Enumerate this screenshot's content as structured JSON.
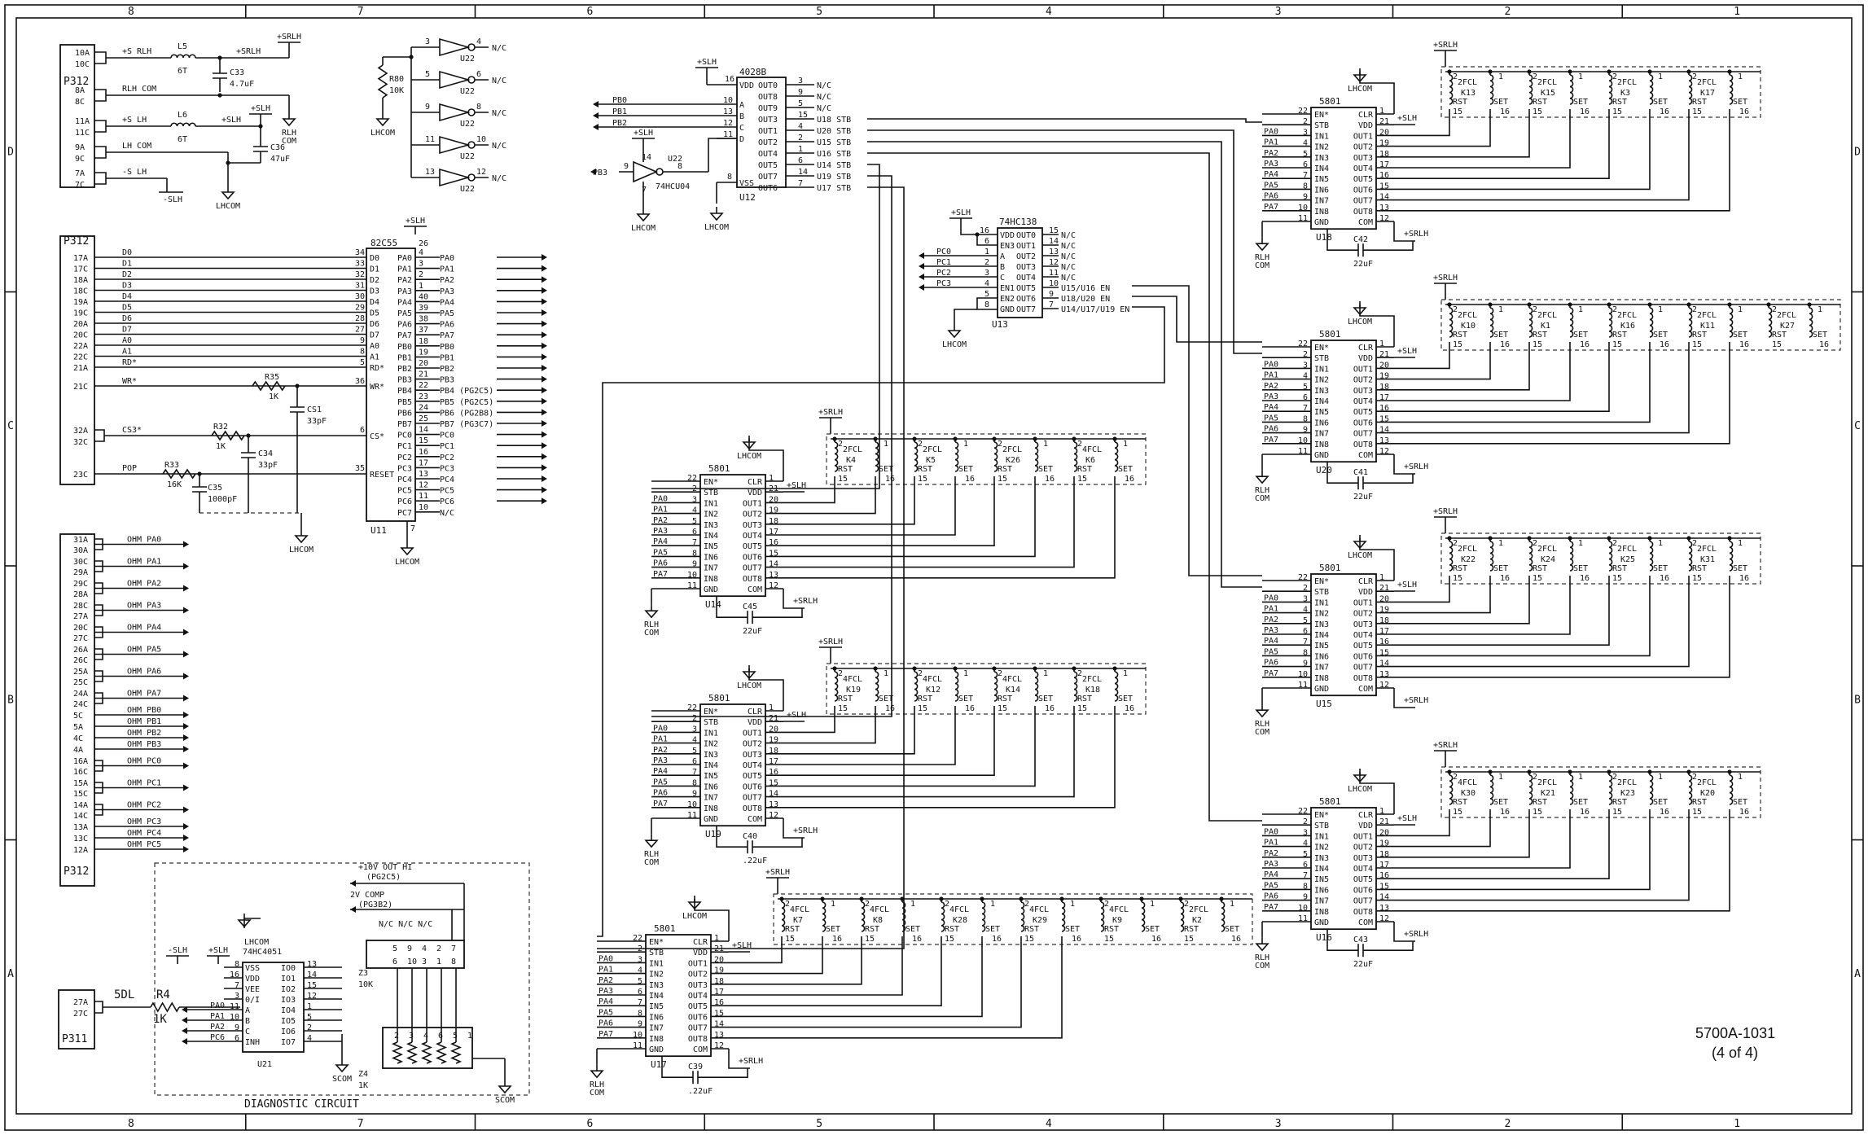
{
  "border": {
    "columns": [
      "8",
      "7",
      "6",
      "5",
      "4",
      "3",
      "2",
      "1"
    ],
    "rows": [
      "D",
      "C",
      "B",
      "A"
    ]
  },
  "drawing": {
    "number": "5700A-1031",
    "sheet": "(4 of 4)"
  },
  "power": {
    "header_pins": [
      "10A",
      "10C",
      "8A",
      "8C",
      "11A",
      "11C",
      "9A",
      "9C",
      "7A",
      "7C"
    ],
    "net_s_rlh": "+S RLH",
    "net_rlh_com": "RLH COM",
    "net_s_lh": "+S LH",
    "net_lh_com": "LH COM",
    "net_s_lh_neg": "-S LH",
    "l5": "L5",
    "l5_val": "6T",
    "l6": "L6",
    "l6_val": "6T",
    "c33": "C33",
    "c33_val": "4.7uF",
    "c36": "C36",
    "c36_val": "47uF",
    "rail_srlh": "+SRLH",
    "rail_slh": "+SLH",
    "rail_slh_neg": "-SLH",
    "gnd_lhcom": "LHCOM",
    "gnd_rlh": "RLH",
    "gnd_com": "COM"
  },
  "inverters": {
    "part": "U22",
    "r80": "R80",
    "r80_val": "10K",
    "gnd": "LHCOM",
    "gates": [
      {
        "in": "3",
        "out": "4",
        "nc": "N/C"
      },
      {
        "in": "5",
        "out": "6",
        "nc": "N/C"
      },
      {
        "in": "9",
        "out": "8",
        "nc": "N/C"
      },
      {
        "in": "11",
        "out": "10",
        "nc": "N/C"
      },
      {
        "in": "13",
        "out": "12",
        "nc": "N/C"
      }
    ]
  },
  "ppi": {
    "header": "P312",
    "part": "82C55",
    "ref": "U11",
    "vdd_pin": "26",
    "gnd_pin": "7",
    "rail": "+SLH",
    "gnd": "LHCOM",
    "bus": [
      {
        "hp": "17A",
        "net": "D0",
        "pin": "34",
        "name": "D0"
      },
      {
        "hp": "17C",
        "net": "D1",
        "pin": "33",
        "name": "D1"
      },
      {
        "hp": "18A",
        "net": "D2",
        "pin": "32",
        "name": "D2"
      },
      {
        "hp": "18C",
        "net": "D3",
        "pin": "31",
        "name": "D3"
      },
      {
        "hp": "19A",
        "net": "D4",
        "pin": "30",
        "name": "D4"
      },
      {
        "hp": "19C",
        "net": "D5",
        "pin": "29",
        "name": "D5"
      },
      {
        "hp": "20A",
        "net": "D6",
        "pin": "28",
        "name": "D6"
      },
      {
        "hp": "20C",
        "net": "D7",
        "pin": "27",
        "name": "D7"
      },
      {
        "hp": "22A",
        "net": "A0",
        "pin": "9",
        "name": "A0"
      },
      {
        "hp": "22C",
        "net": "A1",
        "pin": "8",
        "name": "A1"
      },
      {
        "hp": "21A",
        "net": "RD*",
        "pin": "5",
        "name": "RD*"
      }
    ],
    "wr": {
      "hp": "21C",
      "net": "WR*",
      "pin": "36",
      "name": "WR*"
    },
    "cs": {
      "hp1": "32A",
      "hp2": "32C",
      "net": "CS3*",
      "pin": "6",
      "name": "CS*"
    },
    "reset": {
      "hp": "23C",
      "net": "POP",
      "pin": "35",
      "name": "RESET"
    },
    "r35": "R35",
    "r35_val": "1K",
    "cs1": "CS1",
    "cs1_val": "33pF",
    "r32": "R32",
    "r32_val": "1K",
    "c34": "C34",
    "c34_val": "33pF",
    "r33": "R33",
    "r33_val": "16K",
    "c35": "C35",
    "c35_val": "1000pF",
    "ports": [
      {
        "name": "PA0",
        "pin": "4",
        "net": "PA0"
      },
      {
        "name": "PA1",
        "pin": "3",
        "net": "PA1"
      },
      {
        "name": "PA2",
        "pin": "2",
        "net": "PA2"
      },
      {
        "name": "PA3",
        "pin": "1",
        "net": "PA3"
      },
      {
        "name": "PA4",
        "pin": "40",
        "net": "PA4"
      },
      {
        "name": "PA5",
        "pin": "39",
        "net": "PA5"
      },
      {
        "name": "PA6",
        "pin": "38",
        "net": "PA6"
      },
      {
        "name": "PA7",
        "pin": "37",
        "net": "PA7"
      },
      {
        "name": "PB0",
        "pin": "18",
        "net": "PB0"
      },
      {
        "name": "PB1",
        "pin": "19",
        "net": "PB1"
      },
      {
        "name": "PB2",
        "pin": "20",
        "net": "PB2"
      },
      {
        "name": "PB3",
        "pin": "21",
        "net": "PB3"
      },
      {
        "name": "PB4",
        "pin": "22",
        "net": "PB4 (PG2C5)"
      },
      {
        "name": "PB5",
        "pin": "23",
        "net": "PB5 (PG2C5)"
      },
      {
        "name": "PB6",
        "pin": "24",
        "net": "PB6 (PG2B8)"
      },
      {
        "name": "PB7",
        "pin": "25",
        "net": "PB7 (PG3C7)"
      },
      {
        "name": "PC0",
        "pin": "14",
        "net": "PC0"
      },
      {
        "name": "PC1",
        "pin": "15",
        "net": "PC1"
      },
      {
        "name": "PC2",
        "pin": "16",
        "net": "PC2"
      },
      {
        "name": "PC3",
        "pin": "17",
        "net": "PC3"
      },
      {
        "name": "PC4",
        "pin": "13",
        "net": "PC4"
      },
      {
        "name": "PC5",
        "pin": "12",
        "net": "PC5"
      },
      {
        "name": "PC6",
        "pin": "11",
        "net": "PC6"
      },
      {
        "name": "PC7",
        "pin": "10",
        "net": "N/C"
      }
    ]
  },
  "ohm_header": {
    "name": "P312",
    "rows": [
      {
        "pins": "31A 30A",
        "net": "OHM PA0"
      },
      {
        "pins": "30C 29A",
        "net": "OHM PA1"
      },
      {
        "pins": "29C 28A",
        "net": "OHM PA2"
      },
      {
        "pins": "28C 27A",
        "net": "OHM PA3"
      },
      {
        "pins": "20C 27C",
        "net": "OHM PA4"
      },
      {
        "pins": "26A 26C",
        "net": "OHM PA5"
      },
      {
        "pins": "25A 25C",
        "net": "OHM PA6"
      },
      {
        "pins": "24A 24C",
        "net": "OHM PA7"
      },
      {
        "pins": "5C",
        "net": "OHM PB0"
      },
      {
        "pins": "5A",
        "net": "OHM PB1"
      },
      {
        "pins": "4C",
        "net": "OHM PB2"
      },
      {
        "pins": "4A",
        "net": "OHM PB3"
      },
      {
        "pins": "16A 16C",
        "net": "OHM PC0"
      },
      {
        "pins": "15A 15C",
        "net": "OHM PC1"
      },
      {
        "pins": "14A 14C",
        "net": "OHM PC2"
      },
      {
        "pins": "13A",
        "net": "OHM PC3"
      },
      {
        "pins": "13C",
        "net": "OHM PC4"
      },
      {
        "pins": "12A",
        "net": "OHM PC5"
      }
    ]
  },
  "decoder4028": {
    "part": "4028B",
    "ref": "U12",
    "rail": "+SLH",
    "vdd_pin": "16",
    "vss_pin": "8",
    "gnd": "LHCOM",
    "inputs": [
      {
        "net": "PB0",
        "pin": "10",
        "name": "A"
      },
      {
        "net": "PB1",
        "pin": "13",
        "name": "B"
      },
      {
        "net": "PB2",
        "pin": "12",
        "name": "C"
      },
      {
        "net": "",
        "pin": "11",
        "name": "D"
      }
    ],
    "outputs": [
      {
        "name": "OUT0",
        "pin": "3",
        "net": "N/C"
      },
      {
        "name": "OUT8",
        "pin": "9",
        "net": "N/C"
      },
      {
        "name": "OUT9",
        "pin": "5",
        "net": "N/C"
      },
      {
        "name": "OUT3",
        "pin": "15",
        "net": "U18 STB"
      },
      {
        "name": "OUT1",
        "pin": "4",
        "net": "U20 STB"
      },
      {
        "name": "OUT2",
        "pin": "2",
        "net": "U15 STB"
      },
      {
        "name": "OUT4",
        "pin": "1",
        "net": "U16 STB"
      },
      {
        "name": "OUT5",
        "pin": "6",
        "net": "U14 STB"
      },
      {
        "name": "OUT7",
        "pin": "14",
        "net": "U19 STB"
      },
      {
        "name": "OUT6",
        "pin": "7",
        "net": "U17 STB"
      }
    ],
    "inv": {
      "part": "74HCU04",
      "ref": "U22",
      "in_net": "PB3",
      "in_pin": "9",
      "out_pin": "8",
      "vdd_pin": "14",
      "gnd_pin": "7",
      "rail": "+SLH",
      "gnd": "LHCOM"
    }
  },
  "decoder138": {
    "part": "74HC138",
    "ref": "U13",
    "rail": "+SLH",
    "gnd": "LHCOM",
    "pins_left": [
      {
        "pin": "16",
        "name": "VDD",
        "net": ""
      },
      {
        "pin": "6",
        "name": "EN3",
        "net": ""
      },
      {
        "pin": "1",
        "name": "A",
        "net": "PC0"
      },
      {
        "pin": "2",
        "name": "B",
        "net": "PC1"
      },
      {
        "pin": "3",
        "name": "C",
        "net": "PC2"
      },
      {
        "pin": "4",
        "name": "EN1",
        "net": "PC3"
      },
      {
        "pin": "5",
        "name": "EN2",
        "net": ""
      },
      {
        "pin": "8",
        "name": "GND",
        "net": ""
      }
    ],
    "pins_right": [
      {
        "pin": "15",
        "name": "OUT0",
        "net": "N/C"
      },
      {
        "pin": "14",
        "name": "OUT1",
        "net": "N/C"
      },
      {
        "pin": "13",
        "name": "OUT2",
        "net": "N/C"
      },
      {
        "pin": "12",
        "name": "OUT3",
        "net": "N/C"
      },
      {
        "pin": "11",
        "name": "OUT4",
        "net": "N/C"
      },
      {
        "pin": "10",
        "name": "OUT5",
        "net": "U15/U16 EN"
      },
      {
        "pin": "9",
        "name": "OUT6",
        "net": "U18/U20 EN"
      },
      {
        "pin": "7",
        "name": "OUT7",
        "net": "U14/U17/U19 EN"
      }
    ]
  },
  "drivers": {
    "part": "5801",
    "top_rail": "+SRLH",
    "in_rail": "+SLH",
    "gnd_top": "LHCOM",
    "gnd": "RLH",
    "gnd2": "COM",
    "left_pins": [
      {
        "pin": "22",
        "name": "EN*",
        "net": ""
      },
      {
        "pin": "2",
        "name": "STB",
        "net": ""
      },
      {
        "pin": "3",
        "name": "IN1",
        "net": "PA0"
      },
      {
        "pin": "4",
        "name": "IN2",
        "net": "PA1"
      },
      {
        "pin": "5",
        "name": "IN3",
        "net": "PA2"
      },
      {
        "pin": "6",
        "name": "IN4",
        "net": "PA3"
      },
      {
        "pin": "7",
        "name": "IN5",
        "net": "PA4"
      },
      {
        "pin": "8",
        "name": "IN6",
        "net": "PA5"
      },
      {
        "pin": "9",
        "name": "IN7",
        "net": "PA6"
      },
      {
        "pin": "10",
        "name": "IN8",
        "net": "PA7"
      },
      {
        "pin": "11",
        "name": "GND",
        "net": ""
      }
    ],
    "right_pins": [
      {
        "pin": "1",
        "name": "CLR"
      },
      {
        "pin": "21",
        "name": "VDD"
      },
      {
        "pin": "20",
        "name": "OUT1"
      },
      {
        "pin": "19",
        "name": "OUT2"
      },
      {
        "pin": "18",
        "name": "OUT3"
      },
      {
        "pin": "17",
        "name": "OUT4"
      },
      {
        "pin": "16",
        "name": "OUT5"
      },
      {
        "pin": "15",
        "name": "OUT6"
      },
      {
        "pin": "14",
        "name": "OUT7"
      },
      {
        "pin": "13",
        "name": "OUT8"
      },
      {
        "pin": "12",
        "name": "COM"
      }
    ],
    "relay_pins": {
      "p2": "2",
      "p1": "1",
      "rst": "RST",
      "set": "SET",
      "p15": "15",
      "p16": "16"
    },
    "units": [
      {
        "ref": "U18",
        "cap": "C42",
        "cap_val": "22uF",
        "relays": [
          {
            "type": "2FCL",
            "ref": "K13"
          },
          {
            "type": "2FCL",
            "ref": "K15"
          },
          {
            "type": "2FCL",
            "ref": "K3"
          },
          {
            "type": "2FCL",
            "ref": "K17"
          }
        ]
      },
      {
        "ref": "U20",
        "cap": "C41",
        "cap_val": "22uF",
        "relays": [
          {
            "type": "2FCL",
            "ref": "K10"
          },
          {
            "type": "2FCL",
            "ref": "K1"
          },
          {
            "type": "2FCL",
            "ref": "K16"
          },
          {
            "type": "2FCL",
            "ref": "K11"
          },
          {
            "type": "2FCL",
            "ref": "K27"
          }
        ]
      },
      {
        "ref": "U15",
        "cap": "",
        "cap_val": "",
        "relays": [
          {
            "type": "2FCL",
            "ref": "K22"
          },
          {
            "type": "2FCL",
            "ref": "K24"
          },
          {
            "type": "2FCL",
            "ref": "K25"
          },
          {
            "type": "2FCL",
            "ref": "K31"
          }
        ]
      },
      {
        "ref": "U16",
        "cap": "C43",
        "cap_val": "22uF",
        "relays": [
          {
            "type": "4FCL",
            "ref": "K30"
          },
          {
            "type": "2FCL",
            "ref": "K21"
          },
          {
            "type": "2FCL",
            "ref": "K23"
          },
          {
            "type": "2FCL",
            "ref": "K20"
          }
        ]
      },
      {
        "ref": "U14",
        "cap": "C45",
        "cap_val": "22uF",
        "relays": [
          {
            "type": "2FCL",
            "ref": "K4"
          },
          {
            "type": "2FCL",
            "ref": "K5"
          },
          {
            "type": "2FCL",
            "ref": "K26"
          },
          {
            "type": "4FCL",
            "ref": "K6"
          }
        ]
      },
      {
        "ref": "U19",
        "cap": "C40",
        "cap_val": ".22uF",
        "relays": [
          {
            "type": "4FCL",
            "ref": "K19"
          },
          {
            "type": "4FCL",
            "ref": "K12"
          },
          {
            "type": "4FCL",
            "ref": "K14"
          },
          {
            "type": "2FCL",
            "ref": "K18"
          }
        ]
      },
      {
        "ref": "U17",
        "cap": "C39",
        "cap_val": ".22uF",
        "relays": [
          {
            "type": "4FCL",
            "ref": "K7"
          },
          {
            "type": "4FCL",
            "ref": "K8"
          },
          {
            "type": "4FCL",
            "ref": "K28"
          },
          {
            "type": "4FCL",
            "ref": "K29"
          },
          {
            "type": "4FCL",
            "ref": "K9"
          },
          {
            "type": "2FCL",
            "ref": "K2"
          }
        ]
      }
    ]
  },
  "diagnostic": {
    "caption": "DIAGNOSTIC CIRCUIT",
    "header": "P311",
    "pins": [
      "27A",
      "27C"
    ],
    "net": "5DL",
    "r4": "R4",
    "r4_val": "1K",
    "rail_neg": "-SLH",
    "rail_pos": "+SLH",
    "gnd": "LHCOM",
    "scom": "SCOM",
    "mux": {
      "part": "74HC4051",
      "ref": "U21",
      "left": [
        {
          "pin": "8",
          "name": "VSS"
        },
        {
          "pin": "16",
          "name": "VDD"
        },
        {
          "pin": "7",
          "name": "VEE"
        },
        {
          "pin": "3",
          "name": "0/I"
        },
        {
          "pin": "11",
          "name": "A"
        },
        {
          "pin": "10",
          "name": "B"
        },
        {
          "pin": "9",
          "name": "C"
        },
        {
          "pin": "6",
          "name": "INH"
        }
      ],
      "right": [
        {
          "pin": "13",
          "name": "IO0"
        },
        {
          "pin": "14",
          "name": "IO1"
        },
        {
          "pin": "15",
          "name": "IO2"
        },
        {
          "pin": "12",
          "name": "IO3"
        },
        {
          "pin": "1",
          "name": "IO4"
        },
        {
          "pin": "5",
          "name": "IO5"
        },
        {
          "pin": "2",
          "name": "IO6"
        },
        {
          "pin": "4",
          "name": "IO7"
        }
      ],
      "nets": [
        "PA0",
        "PA1",
        "PA2",
        "PC6"
      ]
    },
    "hv": "+10V OUT HI",
    "hv_sub": "(PG2C5)",
    "comp": "2V COMP",
    "comp_sub": "(PG3B2)",
    "nc": "N/C N/C N/C",
    "z3": "Z3",
    "z3_val": "10K",
    "z3_pins": [
      "5",
      "9",
      "4",
      "2",
      "7",
      "6",
      "10",
      "3",
      "1",
      "8"
    ],
    "z4": "Z4",
    "z4_val": "1K",
    "z4_pins": [
      "2",
      "3",
      "4",
      "6",
      "5",
      "1"
    ]
  }
}
